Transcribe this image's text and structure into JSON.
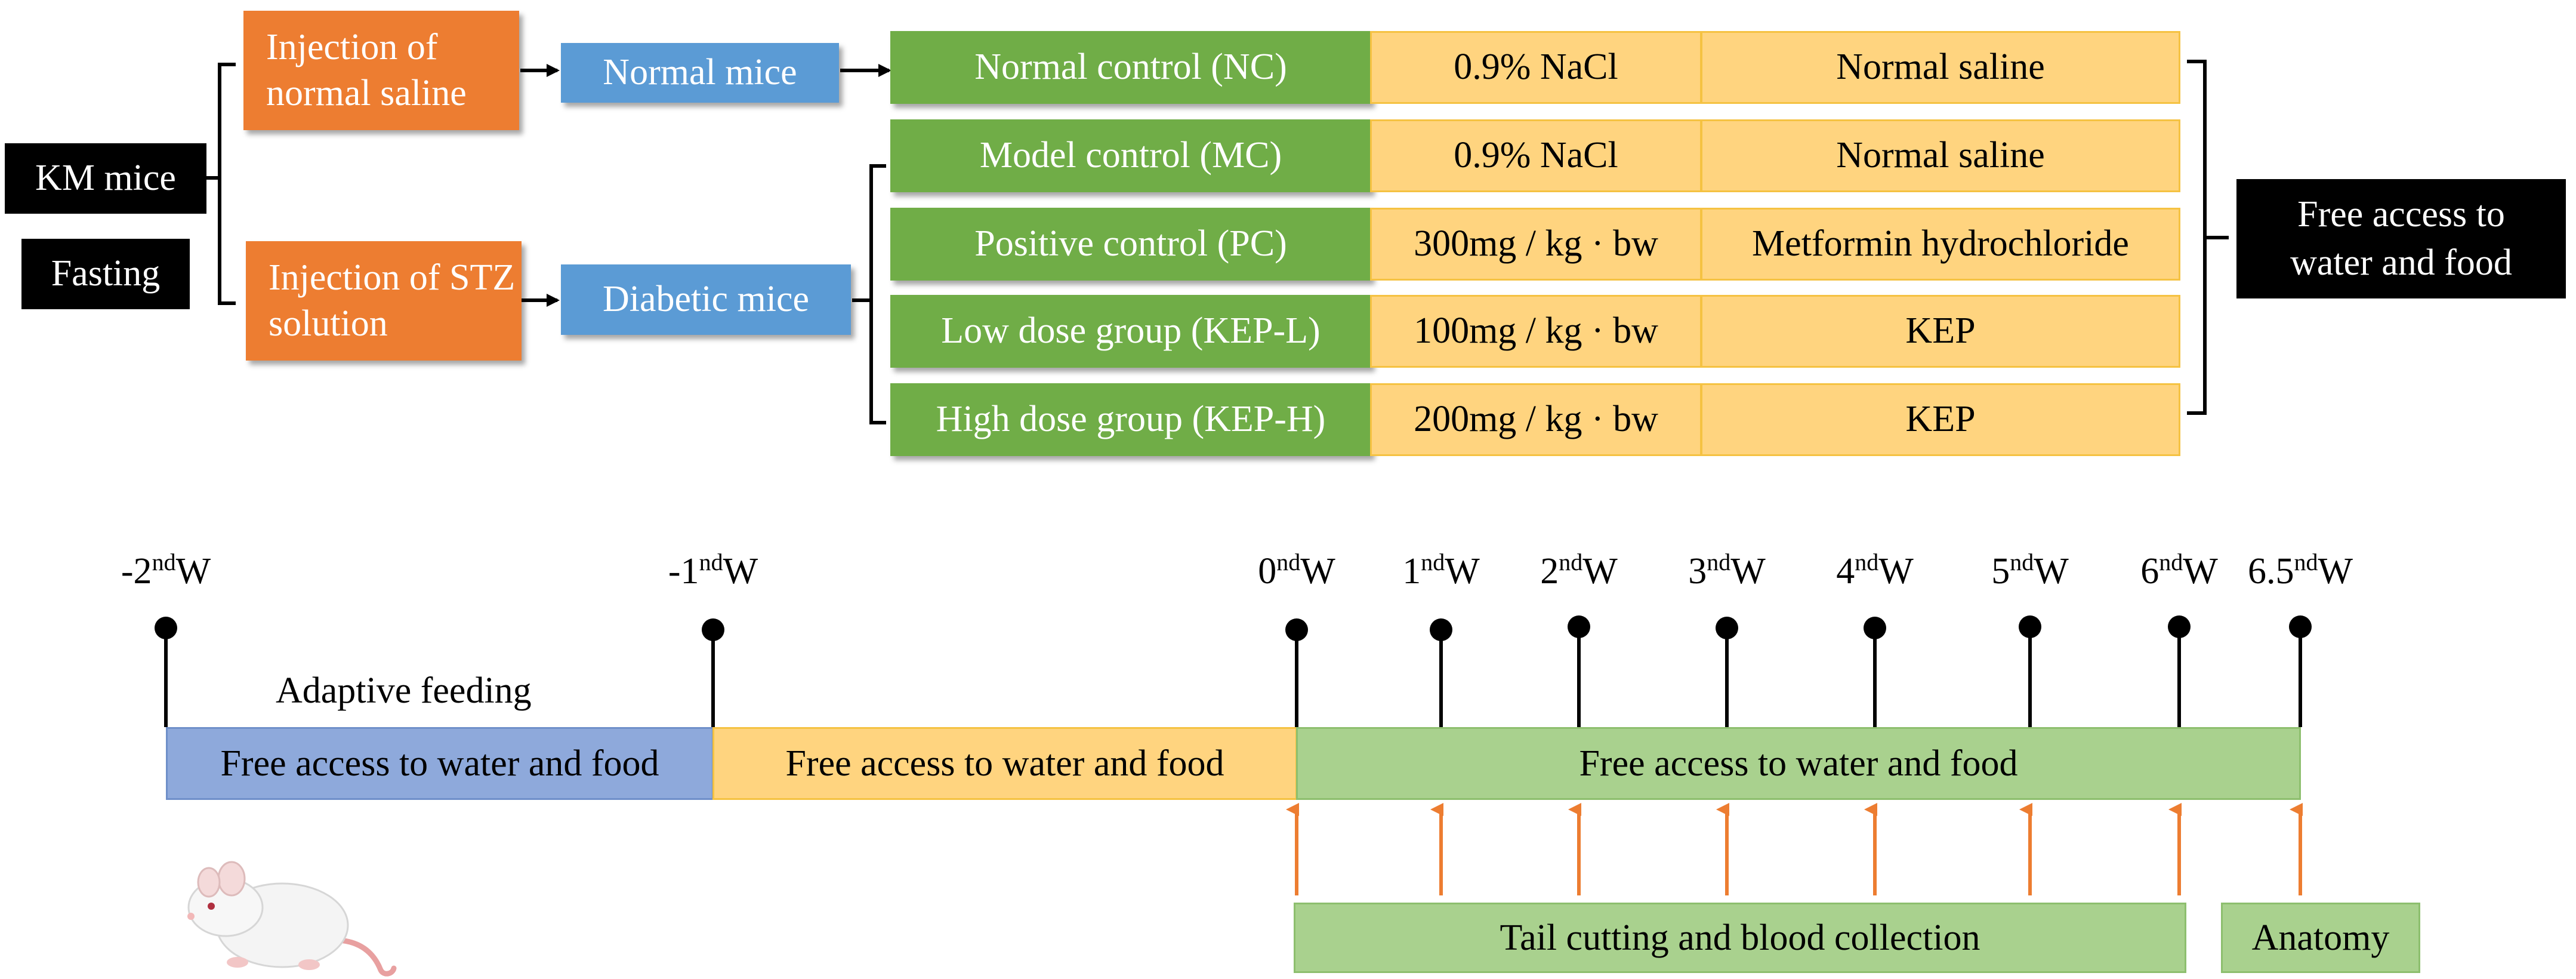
{
  "protocol": {
    "km_mice": "KM mice",
    "fasting": "Fasting",
    "injection_saline": "Injection of normal saline",
    "injection_stz": "Injection of STZ solution",
    "normal_mice": "Normal mice",
    "diabetic_mice": "Diabetic mice",
    "groups": [
      {
        "name": "Normal control (NC)",
        "dose": "0.9% NaCl",
        "drug": "Normal saline"
      },
      {
        "name": "Model control (MC)",
        "dose": "0.9% NaCl",
        "drug": "Normal saline"
      },
      {
        "name": "Positive control (PC)",
        "dose": "300mg / kg · bw",
        "drug": "Metformin hydrochloride"
      },
      {
        "name": "Low dose group (KEP-L)",
        "dose": "100mg / kg · bw",
        "drug": "KEP"
      },
      {
        "name": "High dose group (KEP-H)",
        "dose": "200mg / kg · bw",
        "drug": "KEP"
      }
    ],
    "free_access": "Free access to water and food"
  },
  "timeline": {
    "weeks": [
      {
        "num": "-2",
        "sup": "nd",
        "unit": "W"
      },
      {
        "num": "-1",
        "sup": "nd",
        "unit": "W"
      },
      {
        "num": "0",
        "sup": "nd",
        "unit": "W"
      },
      {
        "num": "1",
        "sup": "nd",
        "unit": "W"
      },
      {
        "num": "2",
        "sup": "nd",
        "unit": "W"
      },
      {
        "num": "3",
        "sup": "nd",
        "unit": "W"
      },
      {
        "num": "4",
        "sup": "nd",
        "unit": "W"
      },
      {
        "num": "5",
        "sup": "nd",
        "unit": "W"
      },
      {
        "num": "6",
        "sup": "nd",
        "unit": "W"
      },
      {
        "num": "6.5",
        "sup": "nd",
        "unit": "W"
      }
    ],
    "adaptive_feeding": "Adaptive feeding",
    "band_1": "Free access to water and food",
    "band_2": "Free access to water and food",
    "band_3": "Free access to water and food",
    "tail_cutting": "Tail cutting and blood collection",
    "anatomy": "Anatomy"
  },
  "colors": {
    "black": "#000000",
    "orange": "#ED7D31",
    "blue": "#5B9BD5",
    "green": "#70AD47",
    "yellow": "#FFD47F",
    "band_blue": "#8EA9DB",
    "band_green": "#A9D18E",
    "arrow_orange": "#ED7D31"
  }
}
